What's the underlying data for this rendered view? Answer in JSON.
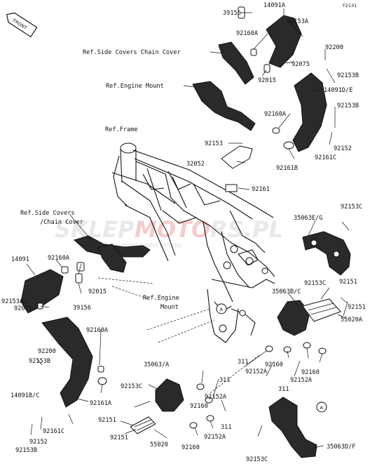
{
  "diagram_code": "F2131",
  "front_badge": "FRONT",
  "circle_a": "A",
  "watermark": {
    "part1": "SKLEP",
    "part2": "MOTO",
    "part3": "RS",
    "suffix": ".PL",
    "subtitle": "internetowy sklep motocyklowy"
  },
  "refs": {
    "side_covers_chain_cover": "Ref.Side Covers Chain Cover",
    "engine_mount_top": "Ref.Engine Mount",
    "frame": "Ref.Frame",
    "side_covers_line1": "Ref.Side Covers",
    "side_covers_line2": "/Chain Cover",
    "engine_mount_bottom_line1": "Ref.Engine",
    "engine_mount_bottom_line2": "Mount"
  },
  "labels": {
    "p39156_top": "39156",
    "p14091A": "14091A",
    "p92160A_top": "92160A",
    "p92153A_top": "92153A",
    "p92200_top": "92200",
    "p92075_top": "92075",
    "p92015_top": "92015",
    "p92153B_top": "92153B",
    "p14091DE": "14091D/E",
    "p92153B_mid": "92153B",
    "p92160A_mid": "92160A",
    "p92152_right": "92152",
    "p92161B": "92161B",
    "p92161C_right": "92161C",
    "p92153_center": "92153",
    "p32052": "32052",
    "p92161": "92161",
    "p35063EG": "35063E/G",
    "p92153C_topright": "92153C",
    "p14091": "14091",
    "p92160A_left": "92160A",
    "p92015_left": "92015",
    "p92153A_left": "92153A",
    "p39156_left": "39156",
    "p92075_left": "92075",
    "p92153C_mid": "92153C",
    "p92151_right1": "92151",
    "p35063BC": "35063B/C",
    "p92151_right2": "92151",
    "p55020A": "55020A",
    "p92200_left": "92200",
    "p92153B_left": "92153B",
    "p92160A_lower": "92160A",
    "p311_mid1": "311",
    "p92152A_mid1": "92152A",
    "p92160_mid1": "92160",
    "p92160_mid2": "92160",
    "p311_mid2": "311",
    "p92152A_mid2": "92152A",
    "p35063A": "35063/A",
    "p14091BC": "14091B/C",
    "p92161A": "92161A",
    "p92153C_lower": "92153C",
    "p311_low1": "311",
    "p92152A_low1": "92152A",
    "p92160_low1": "92160",
    "p311_low2": "311",
    "p92151_low1": "92151",
    "p92151_low2": "92151",
    "p55020": "55020",
    "p92160_low2": "92160",
    "p92152A_low2": "92152A",
    "p92161C_left": "92161C",
    "p92152_left": "92152",
    "p92153B_bottom": "92153B",
    "p92153C_bottom": "92153C",
    "p35063DF": "35063D/F"
  }
}
